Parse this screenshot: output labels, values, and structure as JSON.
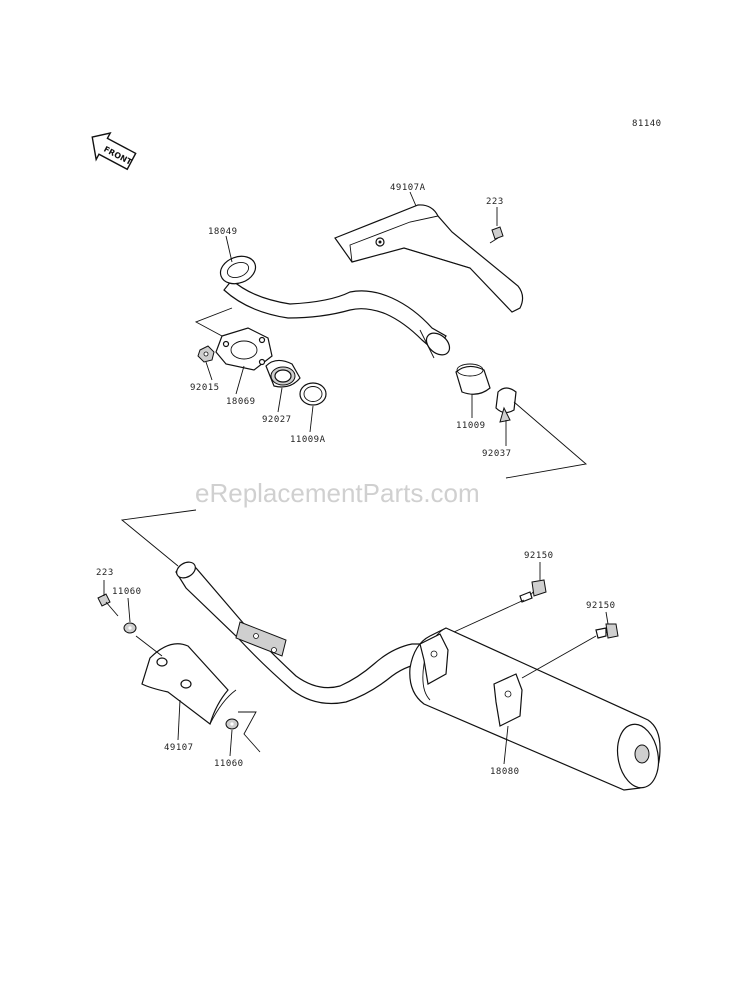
{
  "diagram_code": "81140",
  "front_badge": "FRONT",
  "watermark": "eReplacementParts.com",
  "callouts": {
    "c_49107A": "49107A",
    "c_223_top": "223",
    "c_18049": "18049",
    "c_92015": "92015",
    "c_18069": "18069",
    "c_92027": "92027",
    "c_11009A": "11009A",
    "c_11009": "11009",
    "c_92037": "92037",
    "c_92150_a": "92150",
    "c_92150_b": "92150",
    "c_223_bot": "223",
    "c_11060_top": "11060",
    "c_49107": "49107",
    "c_11060_bot": "11060",
    "c_18080": "18080"
  }
}
